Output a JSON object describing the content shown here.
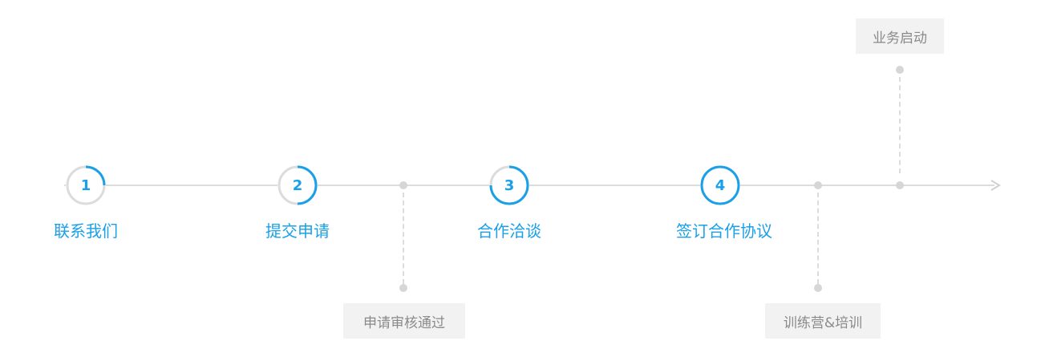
{
  "steps": [
    {
      "number": "1",
      "label": "联系我们"
    },
    {
      "number": "2",
      "label": "提交申请"
    },
    {
      "number": "3",
      "label": "合作洽谈"
    },
    {
      "number": "4",
      "label": "签订合作协议"
    }
  ],
  "milestones": [
    {
      "label": "申请审核通过"
    },
    {
      "label": "训练营&培训"
    },
    {
      "label": "业务启动"
    }
  ],
  "colors": {
    "accent": "#1aa0e8",
    "line": "#dcdcdc",
    "tag_bg": "#f2f2f2",
    "tag_text": "#8a8a8a"
  }
}
